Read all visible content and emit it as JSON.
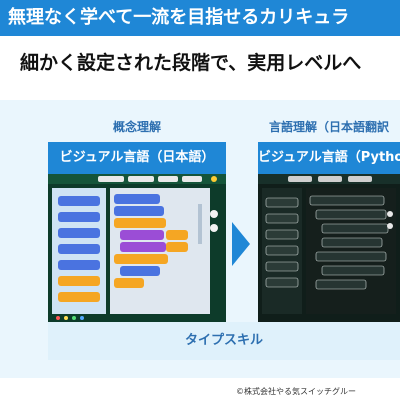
{
  "banner": {
    "title": "無理なく学べて一流を目指せるカリキュラ"
  },
  "subtitle": "細かく設定された段階で、実用レベルへ",
  "columns": [
    {
      "header": "概念理解",
      "strip": "ビジュアル言語（日本語）"
    },
    {
      "header": "言語理解（日本語翻訳",
      "strip": "ビジュアル言語（Pytho"
    }
  ],
  "bottom_label": "タイプスキル",
  "footer": "©株式会社やる気スイッチグルー",
  "colors": {
    "accent": "#1f87d6",
    "panel": "#eaf6fd"
  }
}
